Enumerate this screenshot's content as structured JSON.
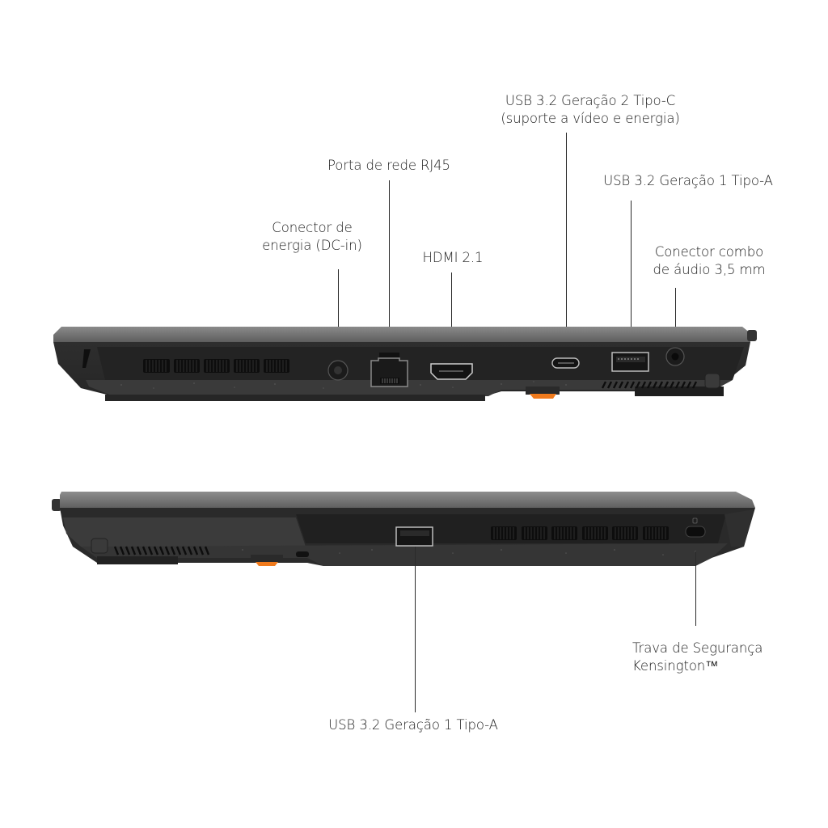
{
  "diagram": {
    "title": "Laptop side port layout",
    "colors": {
      "body_dark": "#2b2b2b",
      "body_lid": "#6b6b6b",
      "vent": "#111111",
      "accent_orange": "#f07a1c",
      "leader_line": "#2a2a2a",
      "background": "#ffffff"
    },
    "left_side": {
      "labels": [
        {
          "id": "dc-in",
          "lines": [
            "Conector de",
            "energia (DC-in)"
          ]
        },
        {
          "id": "rj45",
          "lines": [
            "Porta de rede RJ45"
          ]
        },
        {
          "id": "hdmi",
          "lines": [
            "HDMI 2.1"
          ]
        },
        {
          "id": "usb-c",
          "lines": [
            "USB 3.2 Geração 2 Tipo-C",
            "(suporte a vídeo e energia)"
          ]
        },
        {
          "id": "usb-a-left",
          "lines": [
            "USB 3.2 Geração 1 Tipo-A"
          ]
        },
        {
          "id": "audio",
          "lines": [
            "Conector combo",
            "de áudio 3,5 mm"
          ]
        }
      ],
      "port_icons": [
        "dc-in-icon",
        "ethernet-icon",
        "hdmi-icon",
        "usb-c-icon",
        "usb-a-icon",
        "headphone-icon"
      ]
    },
    "right_side": {
      "labels": [
        {
          "id": "usb-a-right",
          "lines": [
            "USB 3.2 Geração 1 Tipo-A"
          ]
        },
        {
          "id": "kensington",
          "lines": [
            "Trava de Segurança",
            "Kensington™"
          ]
        }
      ],
      "port_icons": [
        "usb-a-icon",
        "kensington-lock-icon"
      ]
    }
  }
}
